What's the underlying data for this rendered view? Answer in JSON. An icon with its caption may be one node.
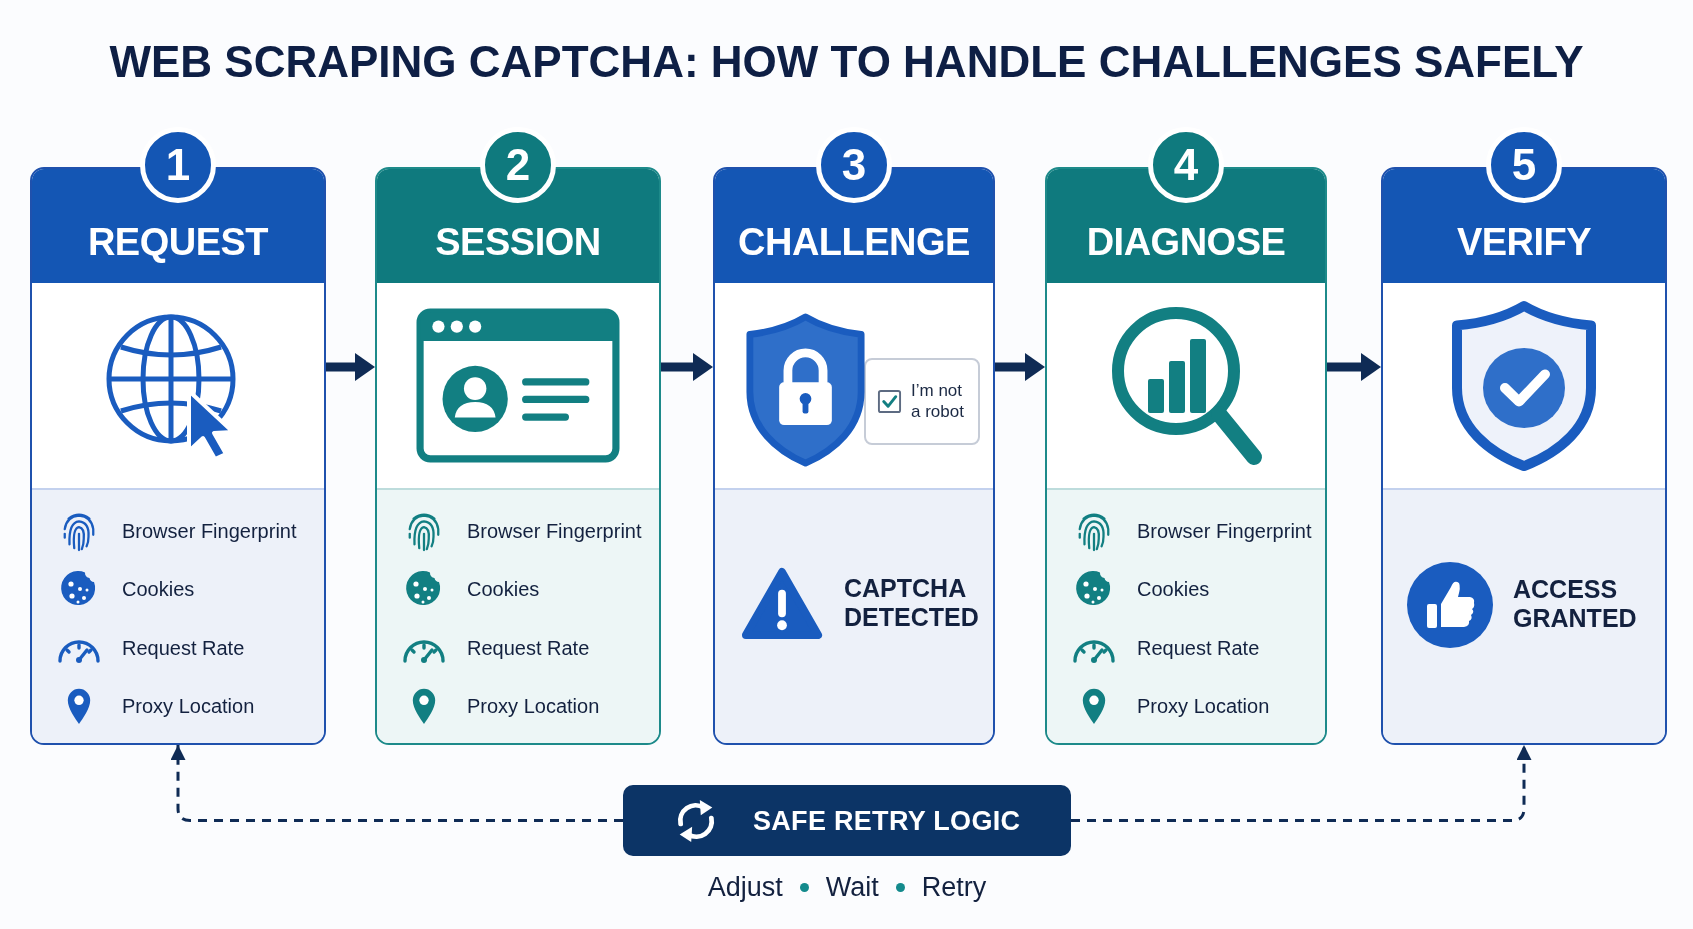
{
  "diagram": {
    "title": "WEB SCRAPING CAPTCHA: HOW TO HANDLE CHALLENGES SAFELY",
    "nodes": [
      {
        "text": [
          "1",
          "REQUEST",
          "Browser Fingerprint",
          "Cookies",
          "Request Rate",
          "Proxy Location"
        ]
      },
      {
        "text": [
          "2",
          "SESSION",
          "Browser Fingerprint",
          "Cookies",
          "Request Rate",
          "Proxy Location"
        ]
      },
      {
        "text": [
          "3",
          "CHALLENGE",
          "CAPTCHA DETECTED"
        ]
      },
      {
        "text": [
          "I’m not a robot"
        ],
        "in": 2
      },
      {
        "text": [
          "4",
          "DIAGNOSE",
          "Browser Fingerprint",
          "Cookies",
          "Request Rate",
          "Proxy Location"
        ]
      },
      {
        "text": [
          "5",
          "VERIFY",
          "ACCESS GRANTED"
        ]
      },
      {
        "text": [
          "SAFE RETRY LOGIC"
        ],
        "beside": [
          "Adjust",
          "Wait",
          "Retry"
        ]
      }
    ],
    "edges": [
      {
        "from": 0,
        "to": 1,
        "arrow": "to"
      },
      {
        "from": 1,
        "to": 2,
        "arrow": "to"
      },
      {
        "from": 2,
        "to": 4,
        "arrow": "to"
      },
      {
        "from": 4,
        "to": 5,
        "arrow": "to"
      },
      {
        "from": 6,
        "to": 0,
        "arrow": "to",
        "style": "dashed"
      },
      {
        "from": 6,
        "to": 5,
        "arrow": "to",
        "style": "dashed"
      }
    ]
  }
}
